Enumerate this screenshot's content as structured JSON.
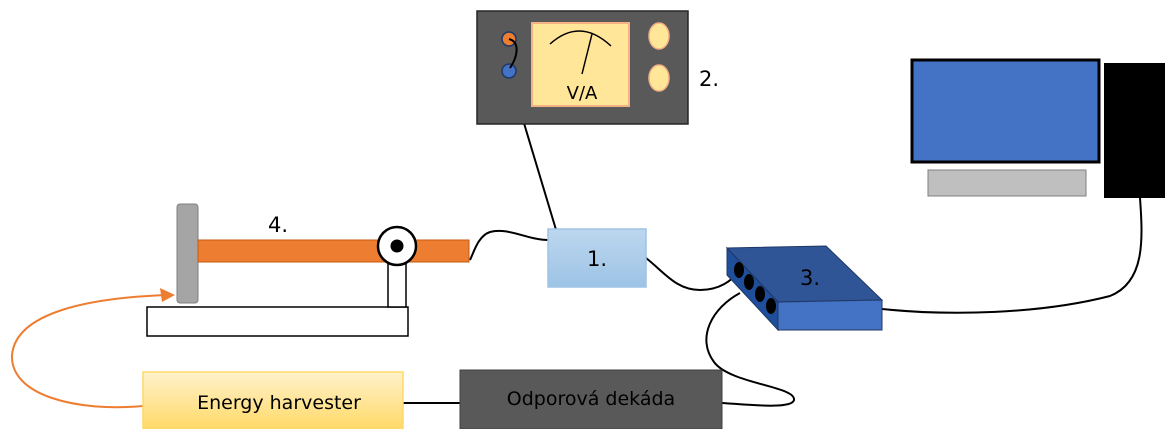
{
  "labels": {
    "daq": "1.",
    "meter_number": "2.",
    "meter_scale": "V/A",
    "interface": "3.",
    "beam": "4.",
    "energy_harvester": "Energy harvester",
    "resistor_decade": "Odporová dekáda"
  },
  "colors": {
    "beam": "#ED7D31",
    "beam_outline": "#C55A11",
    "meter_body": "#595959",
    "meter_display": "#FFE699",
    "daq_box": "#9DC3E6",
    "interface_box": "#4472C4",
    "monitor_screen": "#4472C4",
    "harvester_box": "#FFD966",
    "decade_box": "#595959",
    "support_post": "#A5A5A5"
  }
}
